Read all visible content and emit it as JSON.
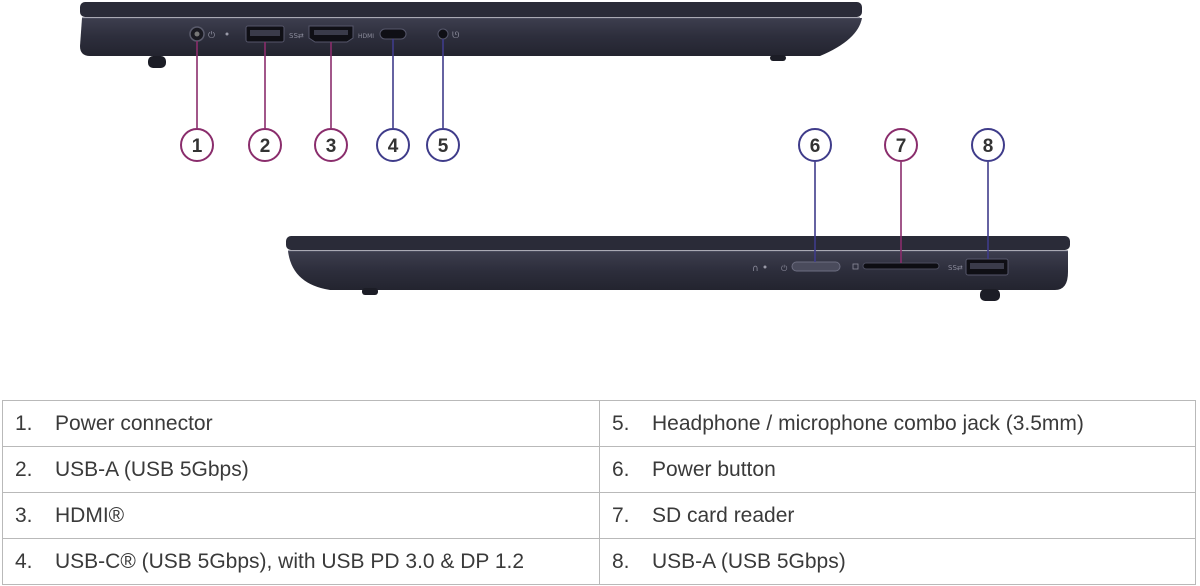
{
  "port_tokens": {
    "hdmi_label": "HDMI"
  },
  "callouts": [
    {
      "number": "1",
      "color": "#8a2d6c"
    },
    {
      "number": "2",
      "color": "#8a2d6c"
    },
    {
      "number": "3",
      "color": "#8a2d6c"
    },
    {
      "number": "4",
      "color": "#3f3c8a"
    },
    {
      "number": "5",
      "color": "#3f3c8a"
    },
    {
      "number": "6",
      "color": "#3f3c8a"
    },
    {
      "number": "7",
      "color": "#8a2d6c"
    },
    {
      "number": "8",
      "color": "#3f3c8a"
    }
  ],
  "table": {
    "rows": [
      {
        "left": {
          "num": "1.",
          "label": "Power connector"
        },
        "right": {
          "num": "5.",
          "label": "Headphone / microphone combo jack (3.5mm)"
        }
      },
      {
        "left": {
          "num": "2.",
          "label": "USB-A (USB 5Gbps)"
        },
        "right": {
          "num": "6.",
          "label": "Power button"
        }
      },
      {
        "left": {
          "num": "3.",
          "label": "HDMI®"
        },
        "right": {
          "num": "7.",
          "label": "SD card reader"
        }
      },
      {
        "left": {
          "num": "4.",
          "label": "USB-C® (USB 5Gbps), with USB PD 3.0 & DP 1.2"
        },
        "right": {
          "num": "8.",
          "label": "USB-A (USB 5Gbps)"
        }
      }
    ]
  },
  "colors": {
    "laptop_body": "#2e2f3d",
    "laptop_edge": "#1f2029",
    "port_slot": "#0d0d12",
    "table_border": "#b9b9b9",
    "text": "#3a3a3a"
  }
}
